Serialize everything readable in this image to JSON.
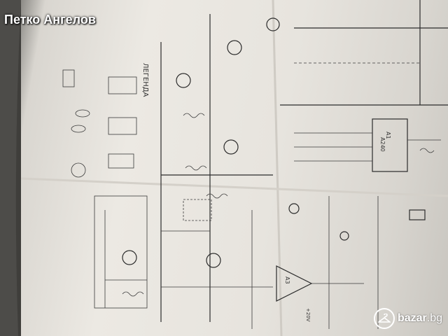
{
  "watermark_top_left": "Петко Ангелов",
  "logo": {
    "brand_bold": "bazar",
    "brand_tld": ".bg",
    "icon": "hanger-icon"
  },
  "schematic_labels": {
    "legend": "ЛЕГЕНДА",
    "ic_a1": "А1",
    "ic_name": "A240",
    "opamp": "A3",
    "power": "+20V"
  },
  "colors": {
    "paper": "#ebe8e2",
    "ink": "#2b2b2b",
    "background": "#5b5a56",
    "watermark": "#ffffff"
  }
}
